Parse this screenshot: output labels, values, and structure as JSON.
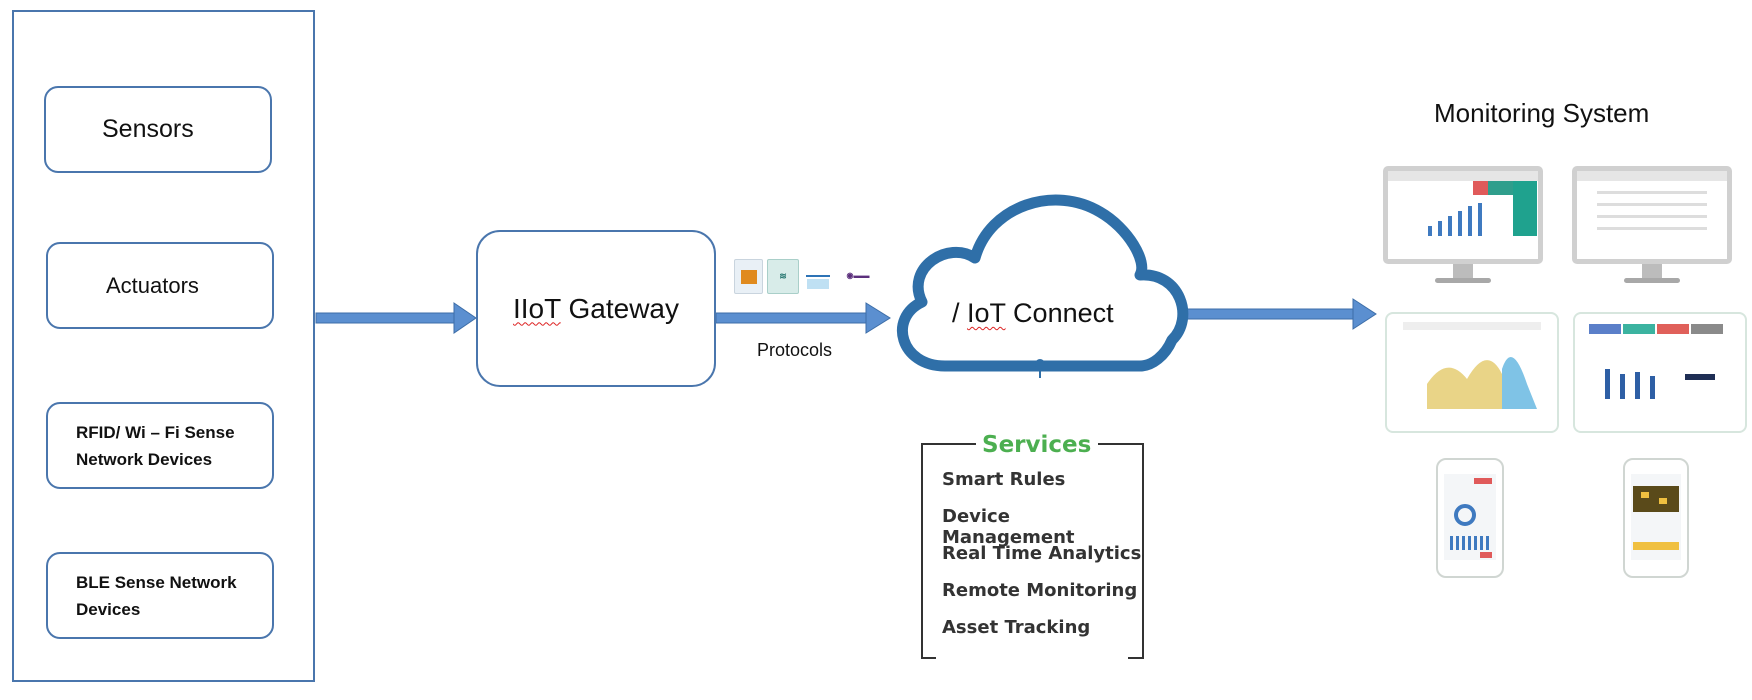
{
  "devices": {
    "sensors": "Sensors",
    "actuators": "Actuators",
    "rfid_line1": "RFID/ Wi – Fi Sense",
    "rfid_line2": "Network Devices",
    "ble_line1": "BLE Sense Network",
    "ble_line2": "Devices"
  },
  "gateway": {
    "label_underlined": "IIoT",
    "label_rest": " Gateway"
  },
  "protocols": {
    "label": "Protocols"
  },
  "cloud": {
    "prefix": "/ ",
    "label_underlined": "IoT",
    "label_rest": " Connect"
  },
  "services": {
    "title": "Services",
    "items": [
      "Smart Rules",
      "Device Management",
      "Real Time Analytics",
      "Remote Monitoring",
      "Asset Tracking"
    ]
  },
  "monitoring": {
    "title": "Monitoring System"
  },
  "colors": {
    "border_blue": "#4a76ad",
    "arrow_fill": "#5b8fd0",
    "cloud_blue": "#2f6fa8",
    "services_green": "#4caf50",
    "spellcheck_red": "#d22222"
  }
}
